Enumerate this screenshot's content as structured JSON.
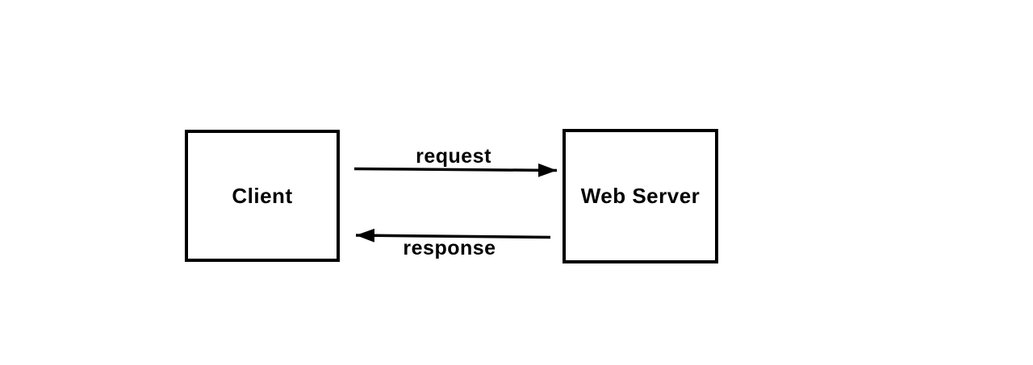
{
  "diagram": {
    "nodes": {
      "client": {
        "label": "Client"
      },
      "web_server": {
        "label": "Web Server"
      }
    },
    "arrows": {
      "request": {
        "label": "request",
        "direction": "left-to-right",
        "from": "client",
        "to": "web_server"
      },
      "response": {
        "label": "response",
        "direction": "right-to-left",
        "from": "web_server",
        "to": "client"
      }
    },
    "colors": {
      "stroke": "#000000",
      "background": "#ffffff",
      "text": "#000000"
    }
  }
}
